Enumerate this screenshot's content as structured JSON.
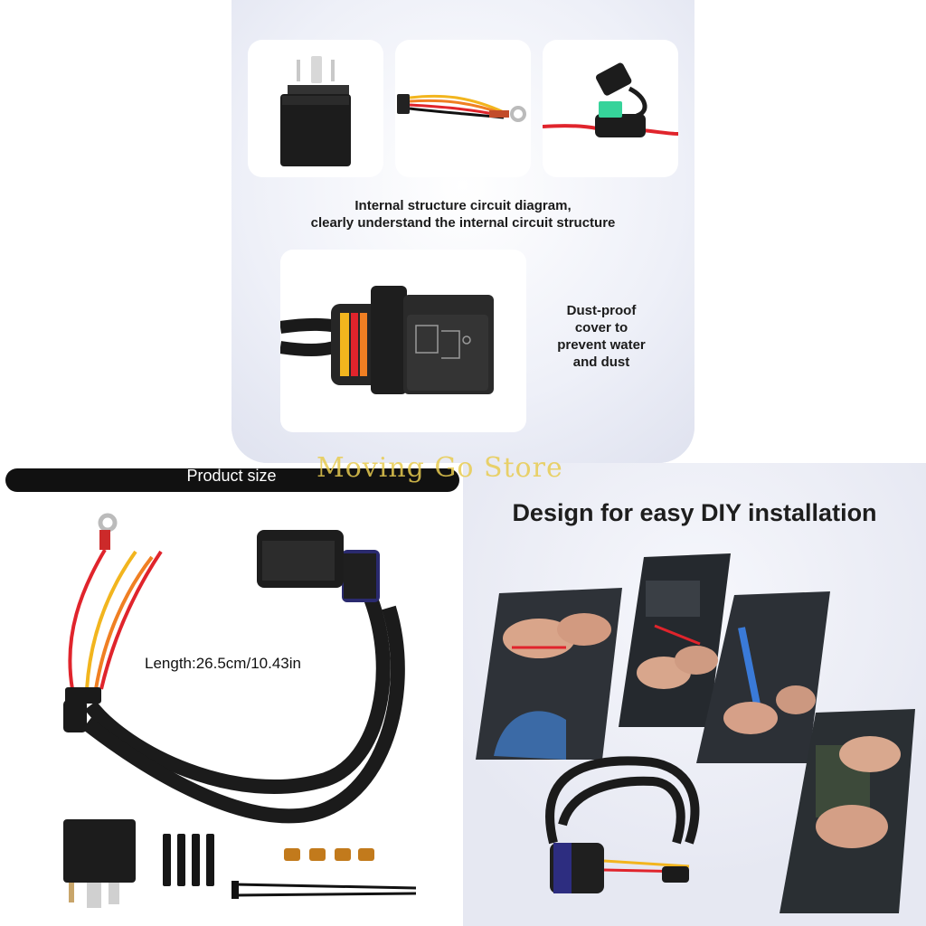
{
  "top_section": {
    "diagram_caption_line1": "Internal structure circuit diagram,",
    "diagram_caption_line2": "clearly understand the internal circuit structure",
    "dust_caption": [
      "Dust-proof",
      "cover to",
      "prevent water",
      "and dust"
    ]
  },
  "product_size": {
    "title": "Product size",
    "length_label": "Length:26.5cm/10.43in"
  },
  "installation": {
    "title": "Design for easy DIY installation"
  },
  "watermark": "Moving Go Store",
  "colors": {
    "panel_bg": "#e9ebf6",
    "title_bar": "#111111",
    "wire_red": "#e0242c",
    "wire_yellow": "#f2b51e",
    "wire_orange": "#f07f23",
    "fuse_green": "#36d39a",
    "watermark": "#e8cb50"
  }
}
